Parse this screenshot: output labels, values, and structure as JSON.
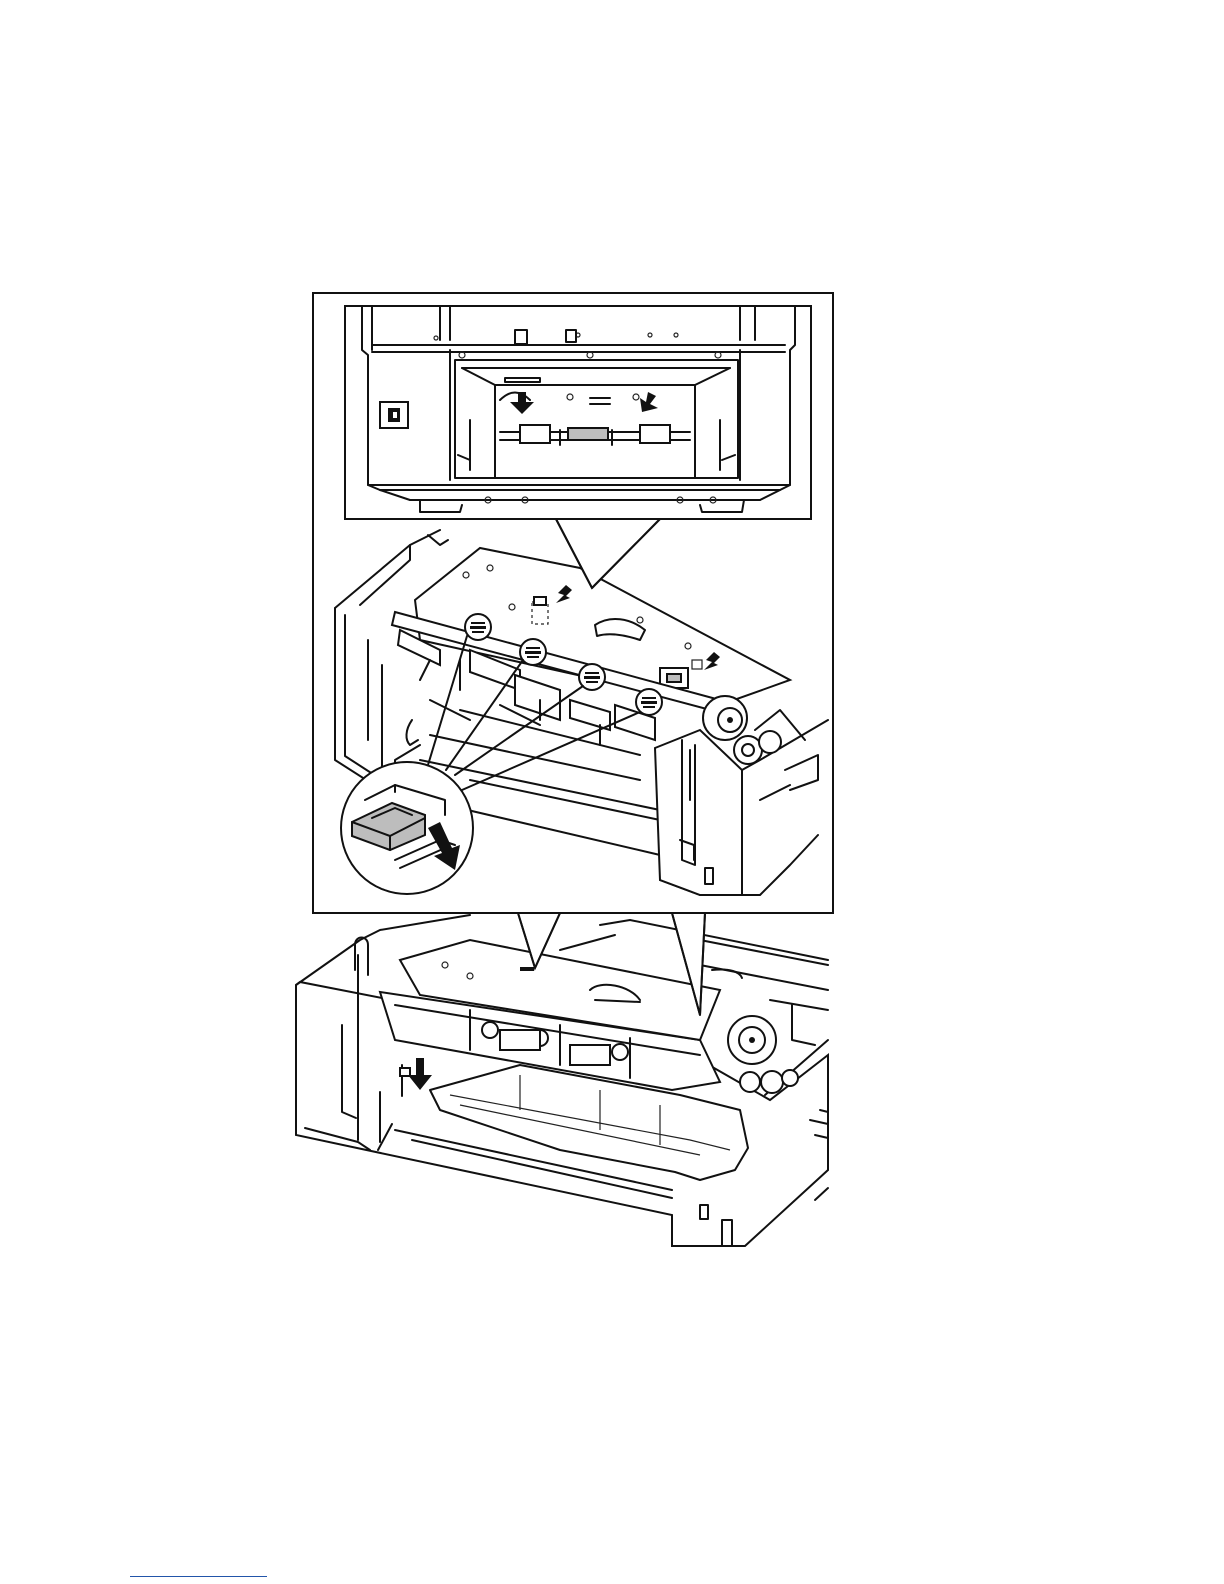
{
  "page": {
    "background": "#ffffff",
    "line_color": "#111111",
    "footer_rule_color": "#2255aa"
  },
  "figure": {
    "panels": [
      "top-view-inset",
      "tray-perspective-view",
      "latch-detail-circle",
      "base-unit-view"
    ],
    "icons": [
      "arrow-icon",
      "gear-icon",
      "circle-callout-icon"
    ]
  }
}
